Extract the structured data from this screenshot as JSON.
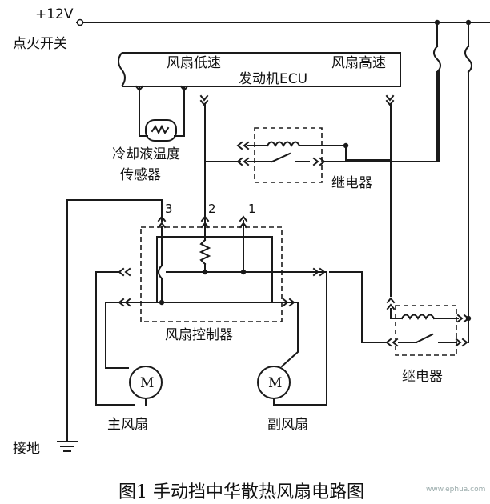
{
  "labels": {
    "supply": "+12V",
    "ignition": "点火开关",
    "fan_low": "风扇低速",
    "ecu": "发动机ECU",
    "fan_high": "风扇高速",
    "sensor_line1": "冷却液温度",
    "sensor_line2": "传感器",
    "relay_upper": "继电器",
    "relay_lower": "继电器",
    "controller": "风扇控制器",
    "pin1": "1",
    "pin2": "2",
    "pin3": "3",
    "main_fan": "主风扇",
    "aux_fan": "副风扇",
    "motor_main": "M",
    "motor_aux": "M",
    "ground": "接地"
  },
  "caption": "图1 手动挡中华散热风扇电路图",
  "watermark": "www.ephua.com"
}
